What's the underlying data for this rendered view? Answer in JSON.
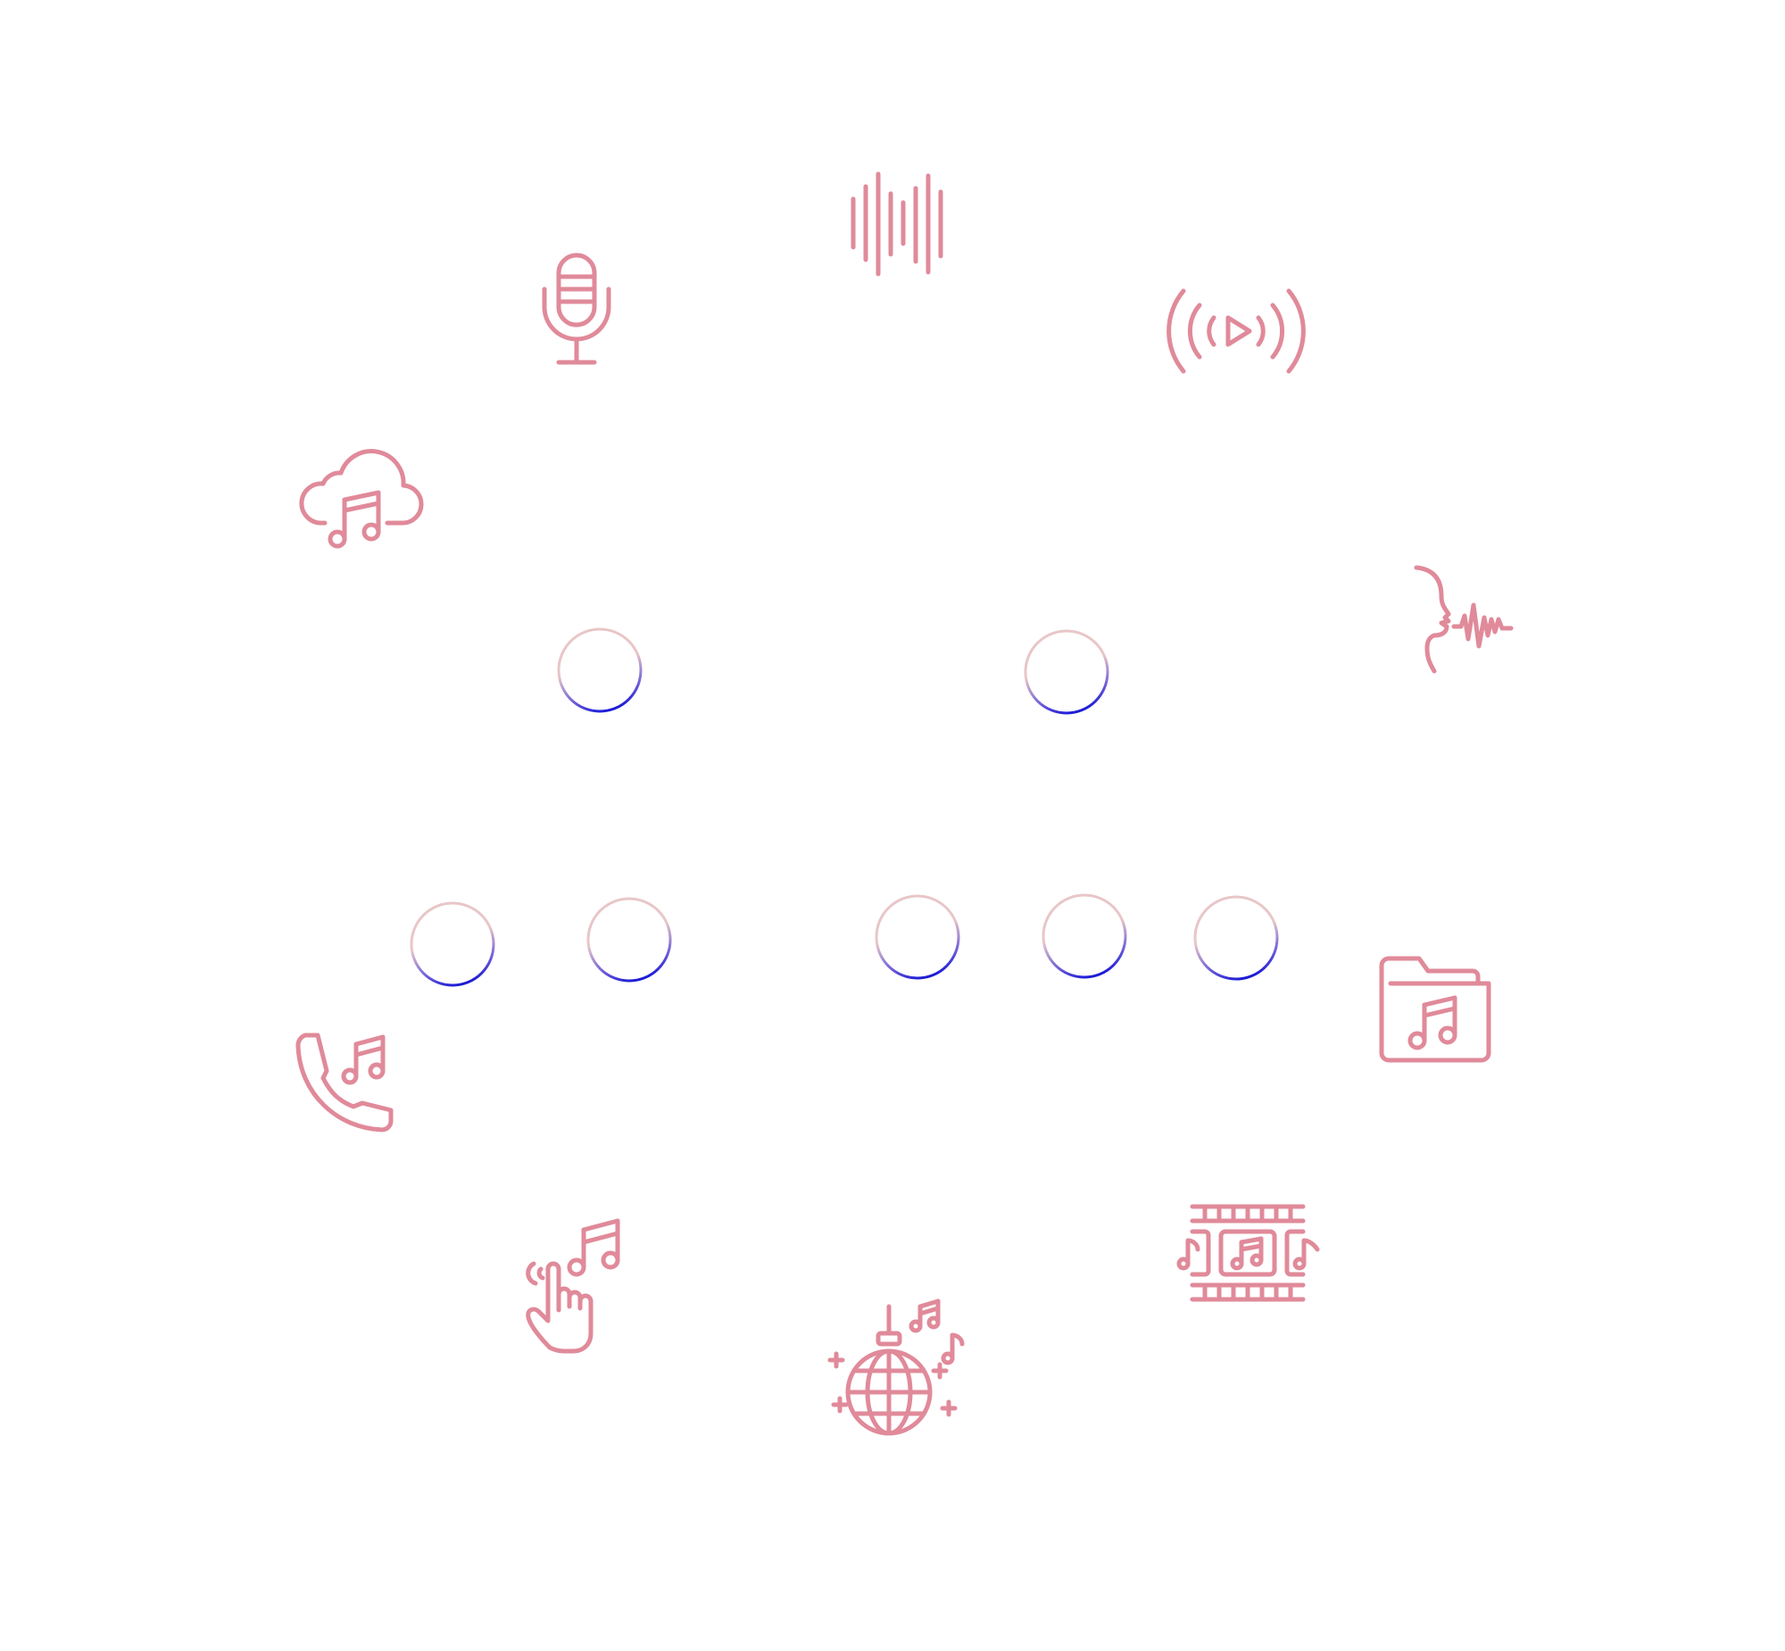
{
  "colors": {
    "icon_stroke": "#e08a9a",
    "ring_top": "#e8c6c8",
    "ring_bottom": "#1a1ad6",
    "background": "#ffffff"
  },
  "icons": [
    "sound-wave-bars-icon",
    "microphone-icon",
    "audio-broadcast-icon",
    "cloud-music-icon",
    "voice-speaking-icon",
    "music-folder-icon",
    "phone-music-icon",
    "tap-music-icon",
    "disco-ball-icon",
    "music-film-strip-icon"
  ],
  "rings": [
    "ring-top-left",
    "ring-top-right",
    "ring-bottom-1",
    "ring-bottom-2",
    "ring-bottom-3",
    "ring-bottom-4",
    "ring-bottom-5"
  ]
}
